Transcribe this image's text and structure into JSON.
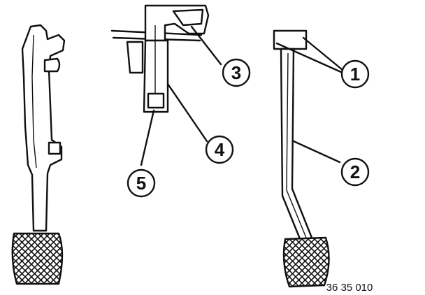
{
  "callouts": [
    {
      "id": "1",
      "label": "1"
    },
    {
      "id": "2",
      "label": "2"
    },
    {
      "id": "3",
      "label": "3"
    },
    {
      "id": "4",
      "label": "4"
    },
    {
      "id": "5",
      "label": "5"
    }
  ],
  "reference_code": "36 35 010",
  "colors": {
    "ink": "#111111",
    "background": "#ffffff"
  }
}
